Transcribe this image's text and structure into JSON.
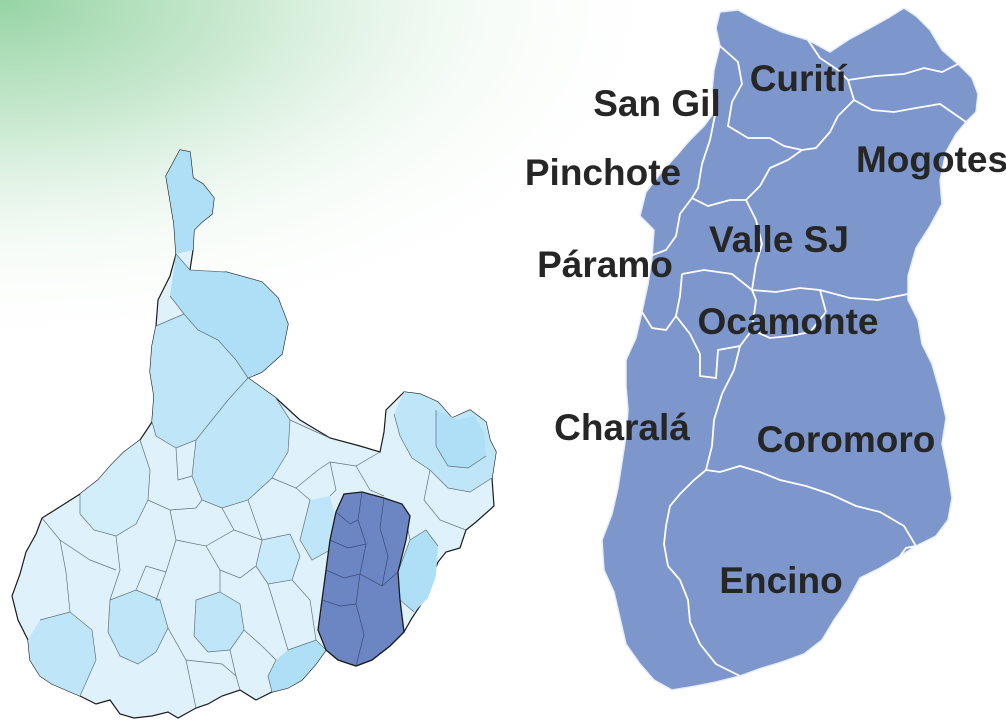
{
  "map": {
    "region_labels": [
      "Curití",
      "San Gil",
      "Mogotes",
      "Pinchote",
      "Valle SJ",
      "Páramo",
      "Ocamonte",
      "Charalá",
      "Coromoro",
      "Encino"
    ]
  },
  "colors": {
    "corner_gradient": "#8fd19e",
    "department_fill_light": "#dff1fb",
    "department_fill_mid": "#bfe6f8",
    "department_fill_strong": "#aedff6",
    "province_highlight": "#6c86c4",
    "detail_map_fill": "#7d96cc",
    "label_text": "#262626"
  }
}
